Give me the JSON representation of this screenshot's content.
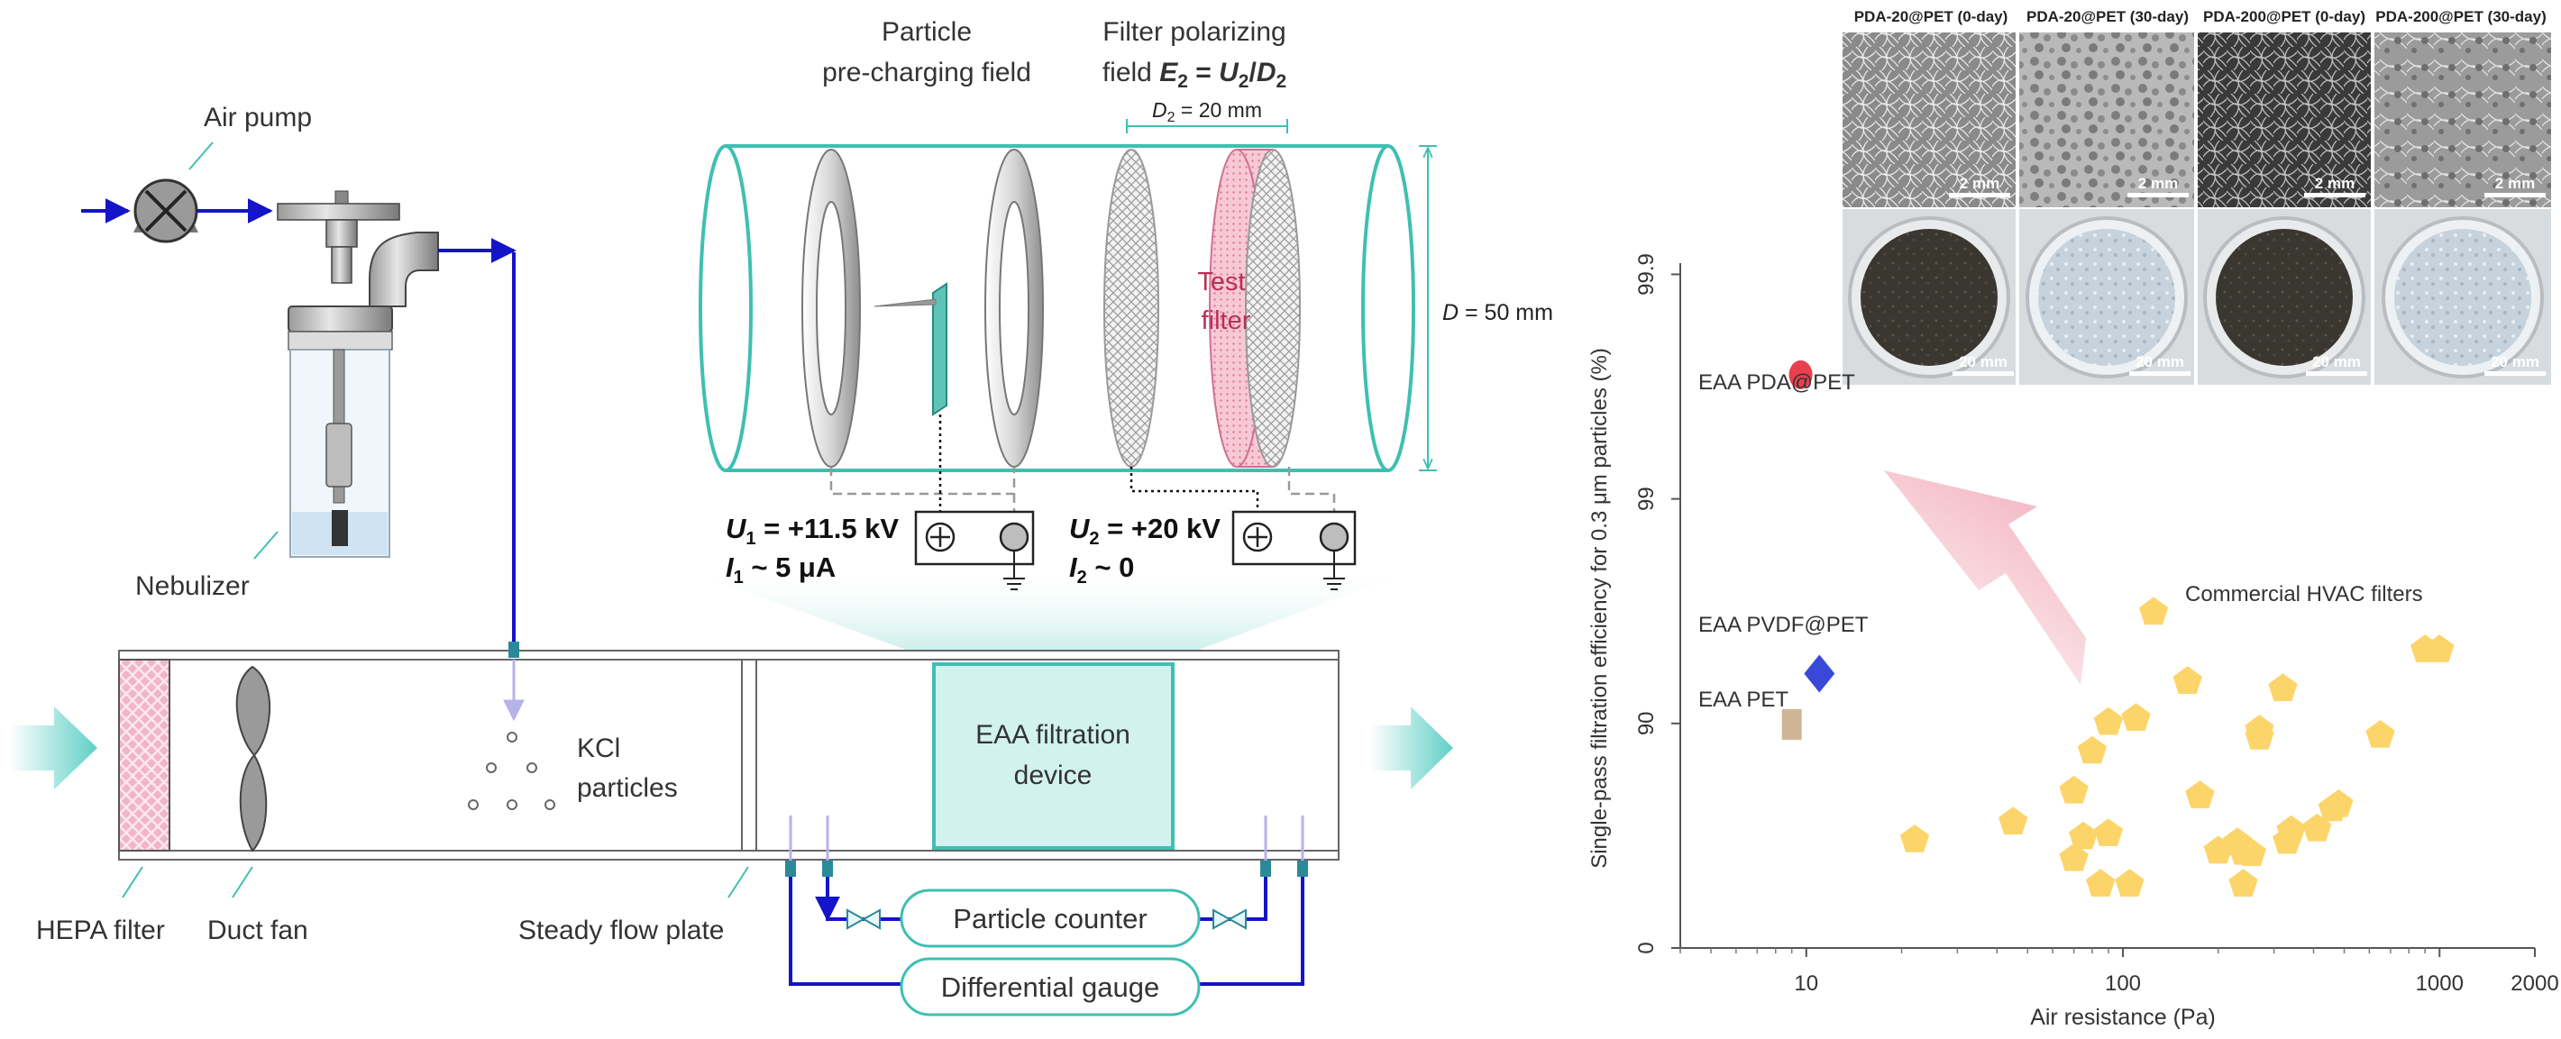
{
  "setup": {
    "air_pump": "Air pump",
    "nebulizer": "Nebulizer",
    "hepa_filter": "HEPA filter",
    "duct_fan": "Duct fan",
    "kcl_line1": "KCl",
    "kcl_line2": "particles",
    "steady_flow_plate": "Steady flow plate",
    "eaa_device_line1": "EAA filtration",
    "eaa_device_line2": "device",
    "particle_counter": "Particle counter",
    "differential_gauge": "Differential gauge"
  },
  "device": {
    "precharge_line1": "Particle",
    "precharge_line2": "pre-charging field",
    "polarize_line1": "Filter polarizing",
    "polarize_line2_prefix": "field ",
    "e2": "E",
    "e2_sub": "2",
    "eq": " = ",
    "u2": "U",
    "u2_sub": "2",
    "slash": "/",
    "d2": "D",
    "d2_sub": "2",
    "d2_dim_sym": "D",
    "d2_dim_sub": "2",
    "d2_dim_val": " = 20 mm",
    "d_dim_sym": "D",
    "d_dim_val": " = 50 mm",
    "test_filter_line1": "Test",
    "test_filter_line2": "filter",
    "u1_sym": "U",
    "u1_sub": "1",
    "u1_val": " = +11.5 kV",
    "i1_sym": "I",
    "i1_sub": "1",
    "i1_val": " ~ 5 μA",
    "u2_sym": "U",
    "u2_sub2": "2",
    "u2_val": " = +20 kV",
    "i2_sym": "I",
    "i2_sub": "2",
    "i2_val": " ~ 0"
  },
  "photos": {
    "headers": [
      "PDA-20@PET (0-day)",
      "PDA-20@PET (30-day)",
      "PDA-200@PET (0-day)",
      "PDA-200@PET (30-day)"
    ],
    "micro_scale": "2 mm",
    "macro_scale": "20 mm"
  },
  "chart_data": {
    "type": "scatter",
    "xlabel": "Air resistance (Pa)",
    "ylabel": "Single-pass filtration efficiency for 0.3 μm particles (%)",
    "x_scale": "log",
    "xlim": [
      4,
      2000
    ],
    "x_ticks": [
      "10",
      "100",
      "1000",
      "2000"
    ],
    "y_ticks": [
      "0",
      "90",
      "99",
      "99.9"
    ],
    "grid": false,
    "points": [
      {
        "label": "EAA PDA@PET",
        "x": 9.6,
        "y": 99.72,
        "marker": "circle",
        "color": "#e8404e"
      },
      {
        "label": "EAA PVDF@PET",
        "x": 11,
        "y": 94,
        "marker": "diamond",
        "color": "#3a48d8"
      },
      {
        "label": "EAA PET",
        "x": 9,
        "y": 89.9,
        "marker": "square",
        "color": "#cdb596"
      }
    ],
    "hvac_series": {
      "label": "Commercial HVAC filters",
      "color": "#fcd56a",
      "points": [
        {
          "x": 125,
          "y": 96.8
        },
        {
          "x": 160,
          "y": 93.5
        },
        {
          "x": 320,
          "y": 93
        },
        {
          "x": 900,
          "y": 95.3
        },
        {
          "x": 1000,
          "y": 95.3
        },
        {
          "x": 110,
          "y": 90.5
        },
        {
          "x": 90,
          "y": 90.1
        },
        {
          "x": 270,
          "y": 89.3
        },
        {
          "x": 270,
          "y": 88.5
        },
        {
          "x": 650,
          "y": 88.7
        },
        {
          "x": 80,
          "y": 86.7
        },
        {
          "x": 70,
          "y": 80
        },
        {
          "x": 175,
          "y": 79
        },
        {
          "x": 480,
          "y": 77
        },
        {
          "x": 460,
          "y": 76
        },
        {
          "x": 45,
          "y": 72.5
        },
        {
          "x": 22,
          "y": 67
        },
        {
          "x": 75,
          "y": 68
        },
        {
          "x": 90,
          "y": 69
        },
        {
          "x": 340,
          "y": 70
        },
        {
          "x": 410,
          "y": 70.5
        },
        {
          "x": 330,
          "y": 66.5
        },
        {
          "x": 230,
          "y": 66
        },
        {
          "x": 200,
          "y": 63
        },
        {
          "x": 240,
          "y": 62.5
        },
        {
          "x": 255,
          "y": 62
        },
        {
          "x": 70,
          "y": 60
        },
        {
          "x": 85,
          "y": 48
        },
        {
          "x": 105,
          "y": 48
        },
        {
          "x": 240,
          "y": 48
        }
      ]
    }
  },
  "colors": {
    "teal": "#3fbfb2",
    "teal_fill": "#d2f2ee",
    "flow_blue": "#1414c8",
    "filter_red": "#b8305a",
    "hepa_pink": "#e89ab4"
  }
}
